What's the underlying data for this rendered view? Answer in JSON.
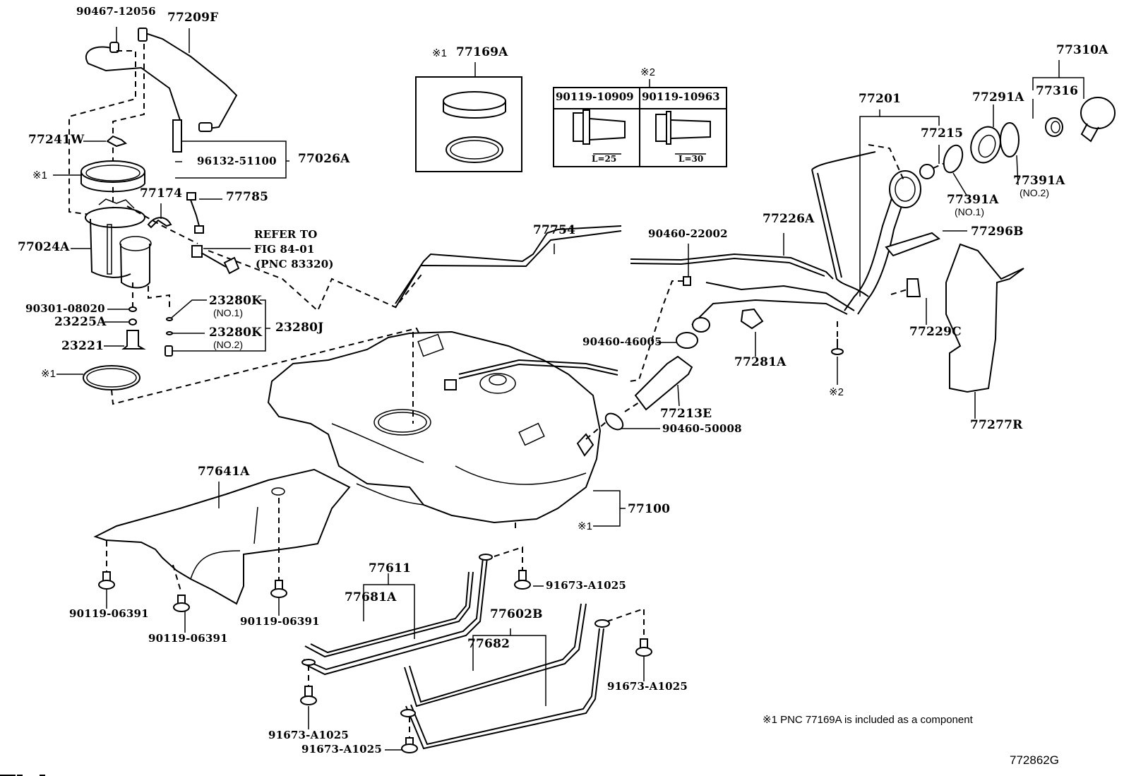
{
  "diagram": {
    "figure_code": "772862G",
    "footnote": "※1 PNC 77169A is included as a component",
    "callouts": {
      "p90467_12056": "90467-12056",
      "p77209F": "77209F",
      "p77241W": "77241W",
      "p96132_51100": "96132-51100",
      "p77026A": "77026A",
      "ref1_ring": "※1",
      "p77174": "77174",
      "p77785": "77785",
      "p77024A": "77024A",
      "refer_line1": "REFER TO",
      "refer_line2": "FIG 84-01",
      "refer_line3": "(PNC 83320)",
      "p90301_08020": "90301-08020",
      "p23225A": "23225A",
      "p23221": "23221",
      "p23280K_1": "23280K",
      "p23280K_1_sub": "(NO.1)",
      "p23280K_2": "23280K",
      "p23280K_2_sub": "(NO.2)",
      "p23280J": "23280J",
      "ref1_gasket": "※1",
      "p77169A_prefix": "※1",
      "p77169A": "77169A",
      "ref2_top": "※2",
      "bolt_a": "90119-10909",
      "bolt_b": "90119-10963",
      "bolt_a_len": "L=25",
      "bolt_b_len": "L=30",
      "p77754": "77754",
      "p90460_22002": "90460-22002",
      "p77226A": "77226A",
      "p77201": "77201",
      "p77215": "77215",
      "p77291A": "77291A",
      "p77316": "77316",
      "p77310A": "77310A",
      "p77391A_1": "77391A",
      "p77391A_1_sub": "(NO.1)",
      "p77391A_2": "77391A",
      "p77391A_2_sub": "(NO.2)",
      "p77296B": "77296B",
      "p77229C": "77229C",
      "p77277R": "77277R",
      "p90460_46005": "90460-46005",
      "p77281A": "77281A",
      "ref2_bolt": "※2",
      "p77213E": "77213E",
      "p90460_50008": "90460-50008",
      "p77100": "77100",
      "ref1_tank": "※1",
      "p77641A": "77641A",
      "p90119_06391_a": "90119-06391",
      "p90119_06391_b": "90119-06391",
      "p90119_06391_c": "90119-06391",
      "p77611": "77611",
      "p77681A": "77681A",
      "p91673_A1025_a": "91673-A1025",
      "p77602B": "77602B",
      "p77682": "77682",
      "p91673_A1025_b": "91673-A1025",
      "p91673_A1025_c": "91673-A1025",
      "p91673_A1025_d": "91673-A1025"
    }
  }
}
